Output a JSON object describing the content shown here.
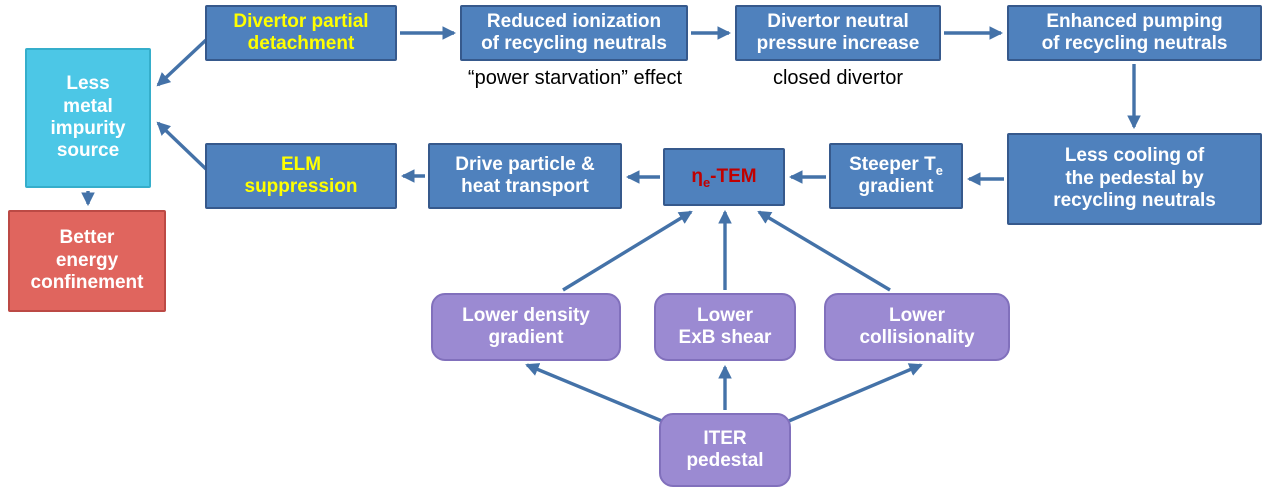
{
  "diagram": {
    "colors": {
      "blue_box": "#4F81BD",
      "blue_border": "#36598C",
      "cyan_box": "#4CC7E6",
      "red_box": "#E0655E",
      "purple_box": "#9B8AD2",
      "arrow": "#4472A8",
      "yellow_text": "#FFFF00",
      "red_text": "#C00000",
      "white_text": "#FFFFFF"
    },
    "nodes": {
      "divertor_detachment": {
        "lines": [
          "Divertor partial",
          "detachment"
        ]
      },
      "reduced_ionization": {
        "lines": [
          "Reduced ionization",
          "of recycling neutrals"
        ]
      },
      "divertor_pressure": {
        "lines": [
          "Divertor neutral",
          "pressure increase"
        ]
      },
      "enhanced_pumping": {
        "lines": [
          "Enhanced pumping",
          "of recycling neutrals"
        ]
      },
      "less_cooling": {
        "lines": [
          "Less cooling of",
          "the pedestal by",
          "recycling neutrals"
        ]
      },
      "steeper_gradient": {
        "line1_pre": "Steeper T",
        "line1_sub": "e",
        "line2": "gradient"
      },
      "eta_tem": {
        "pre": "η",
        "sub": "e",
        "post": "-TEM"
      },
      "drive_transport": {
        "lines": [
          "Drive particle &",
          "heat transport"
        ]
      },
      "elm_suppression": {
        "lines": [
          "ELM",
          "suppression"
        ]
      },
      "less_metal": {
        "lines": [
          "Less",
          "metal",
          "impurity",
          "source"
        ]
      },
      "better_confinement": {
        "lines": [
          "Better",
          "energy",
          "confinement"
        ]
      },
      "lower_density": {
        "lines": [
          "Lower density",
          "gradient"
        ]
      },
      "lower_exb": {
        "lines": [
          "Lower",
          "ExB shear"
        ]
      },
      "lower_collisionality": {
        "lines": [
          "Lower",
          "collisionality"
        ]
      },
      "iter_pedestal": {
        "lines": [
          "ITER",
          "pedestal"
        ]
      }
    },
    "captions": {
      "power_starvation": "“power starvation” effect",
      "closed_divertor": "closed divertor"
    }
  }
}
